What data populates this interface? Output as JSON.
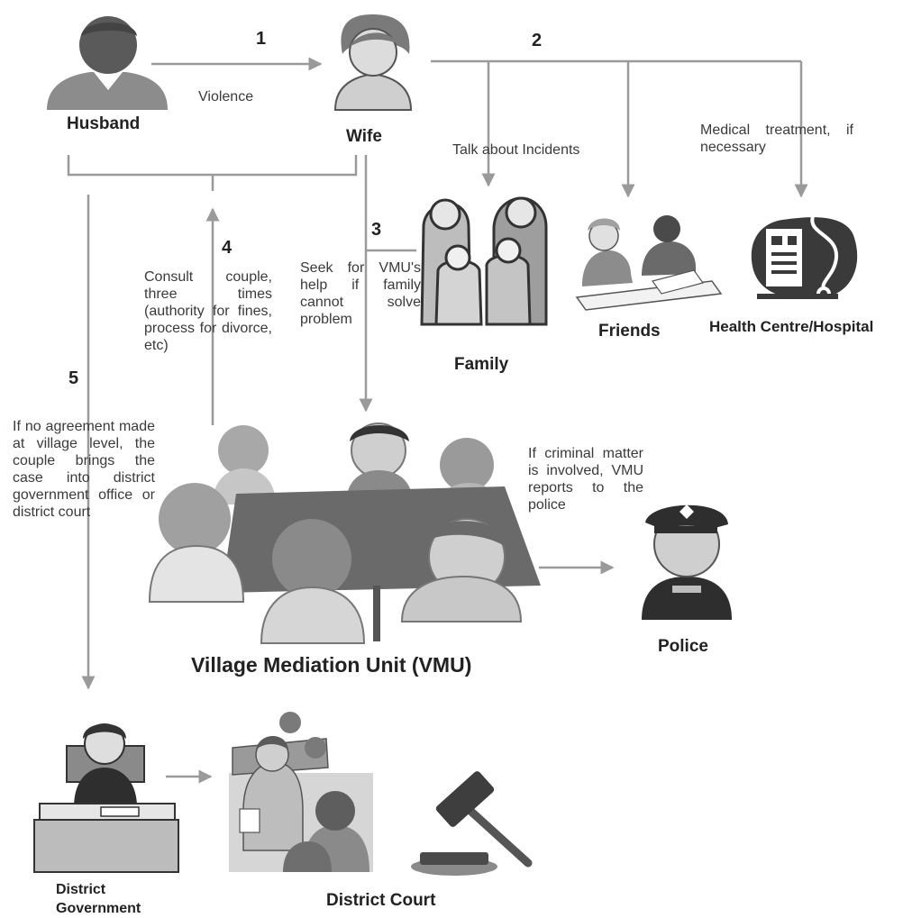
{
  "nodes": {
    "husband": "Husband",
    "wife": "Wife",
    "family": "Family",
    "friends": "Friends",
    "health": "Health Centre/Hospital",
    "vmu": "Village Mediation Unit (VMU)",
    "police": "Police",
    "district_government_line1": "District",
    "district_government_line2": "Government",
    "district_court": "District Court"
  },
  "steps": {
    "s1": "1",
    "s2": "2",
    "s3": "3",
    "s4": "4",
    "s5": "5"
  },
  "notes": {
    "violence": "Violence",
    "talk": "Talk about Incidents",
    "medical": "Medical treatment, if necessary",
    "seek": "Seek for VMU's help if family cannot solve problem",
    "consult": "Consult couple, three times (authority for fines, process for divorce, etc)",
    "no_agreement": "If no agreement made at village level, the couple brings the case into district government office or district court",
    "criminal": "If criminal matter is involved, VMU reports to the police"
  },
  "colors": {
    "arrow": "#9a9a9a",
    "figure_dark": "#444444",
    "figure_mid": "#8c8c8c",
    "figure_light": "#d9d9d9"
  }
}
